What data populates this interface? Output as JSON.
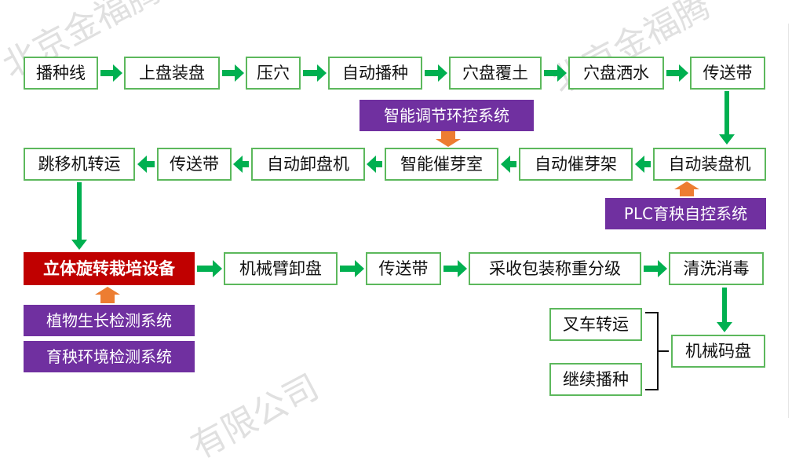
{
  "row1": [
    "播种线",
    "上盘装盘",
    "压穴",
    "自动播种",
    "穴盘覆土",
    "穴盘洒水",
    "传送带"
  ],
  "row2": [
    "跳移机转运",
    "传送带",
    "自动卸盘机",
    "智能催芽室",
    "自动催芽架",
    "自动装盘机"
  ],
  "row3": [
    "立体旋转栽培设备",
    "机械臂卸盘",
    "传送带",
    "采收包装称重分级",
    "清洗消毒"
  ],
  "row4": [
    "机械码盘",
    "叉车转运",
    "继续播种"
  ],
  "systems": {
    "smart_control": "智能调节环控系统",
    "plc": "PLC育秧自控系统",
    "plant_growth": "植物生长检测系统",
    "seedling_env": "育秧环境检测系统"
  },
  "colors": {
    "arrow_green": "#00b050",
    "arrow_orange": "#ed7d31",
    "box_border": "#5cb85c",
    "purple": "#7030a0",
    "red": "#c00000"
  }
}
